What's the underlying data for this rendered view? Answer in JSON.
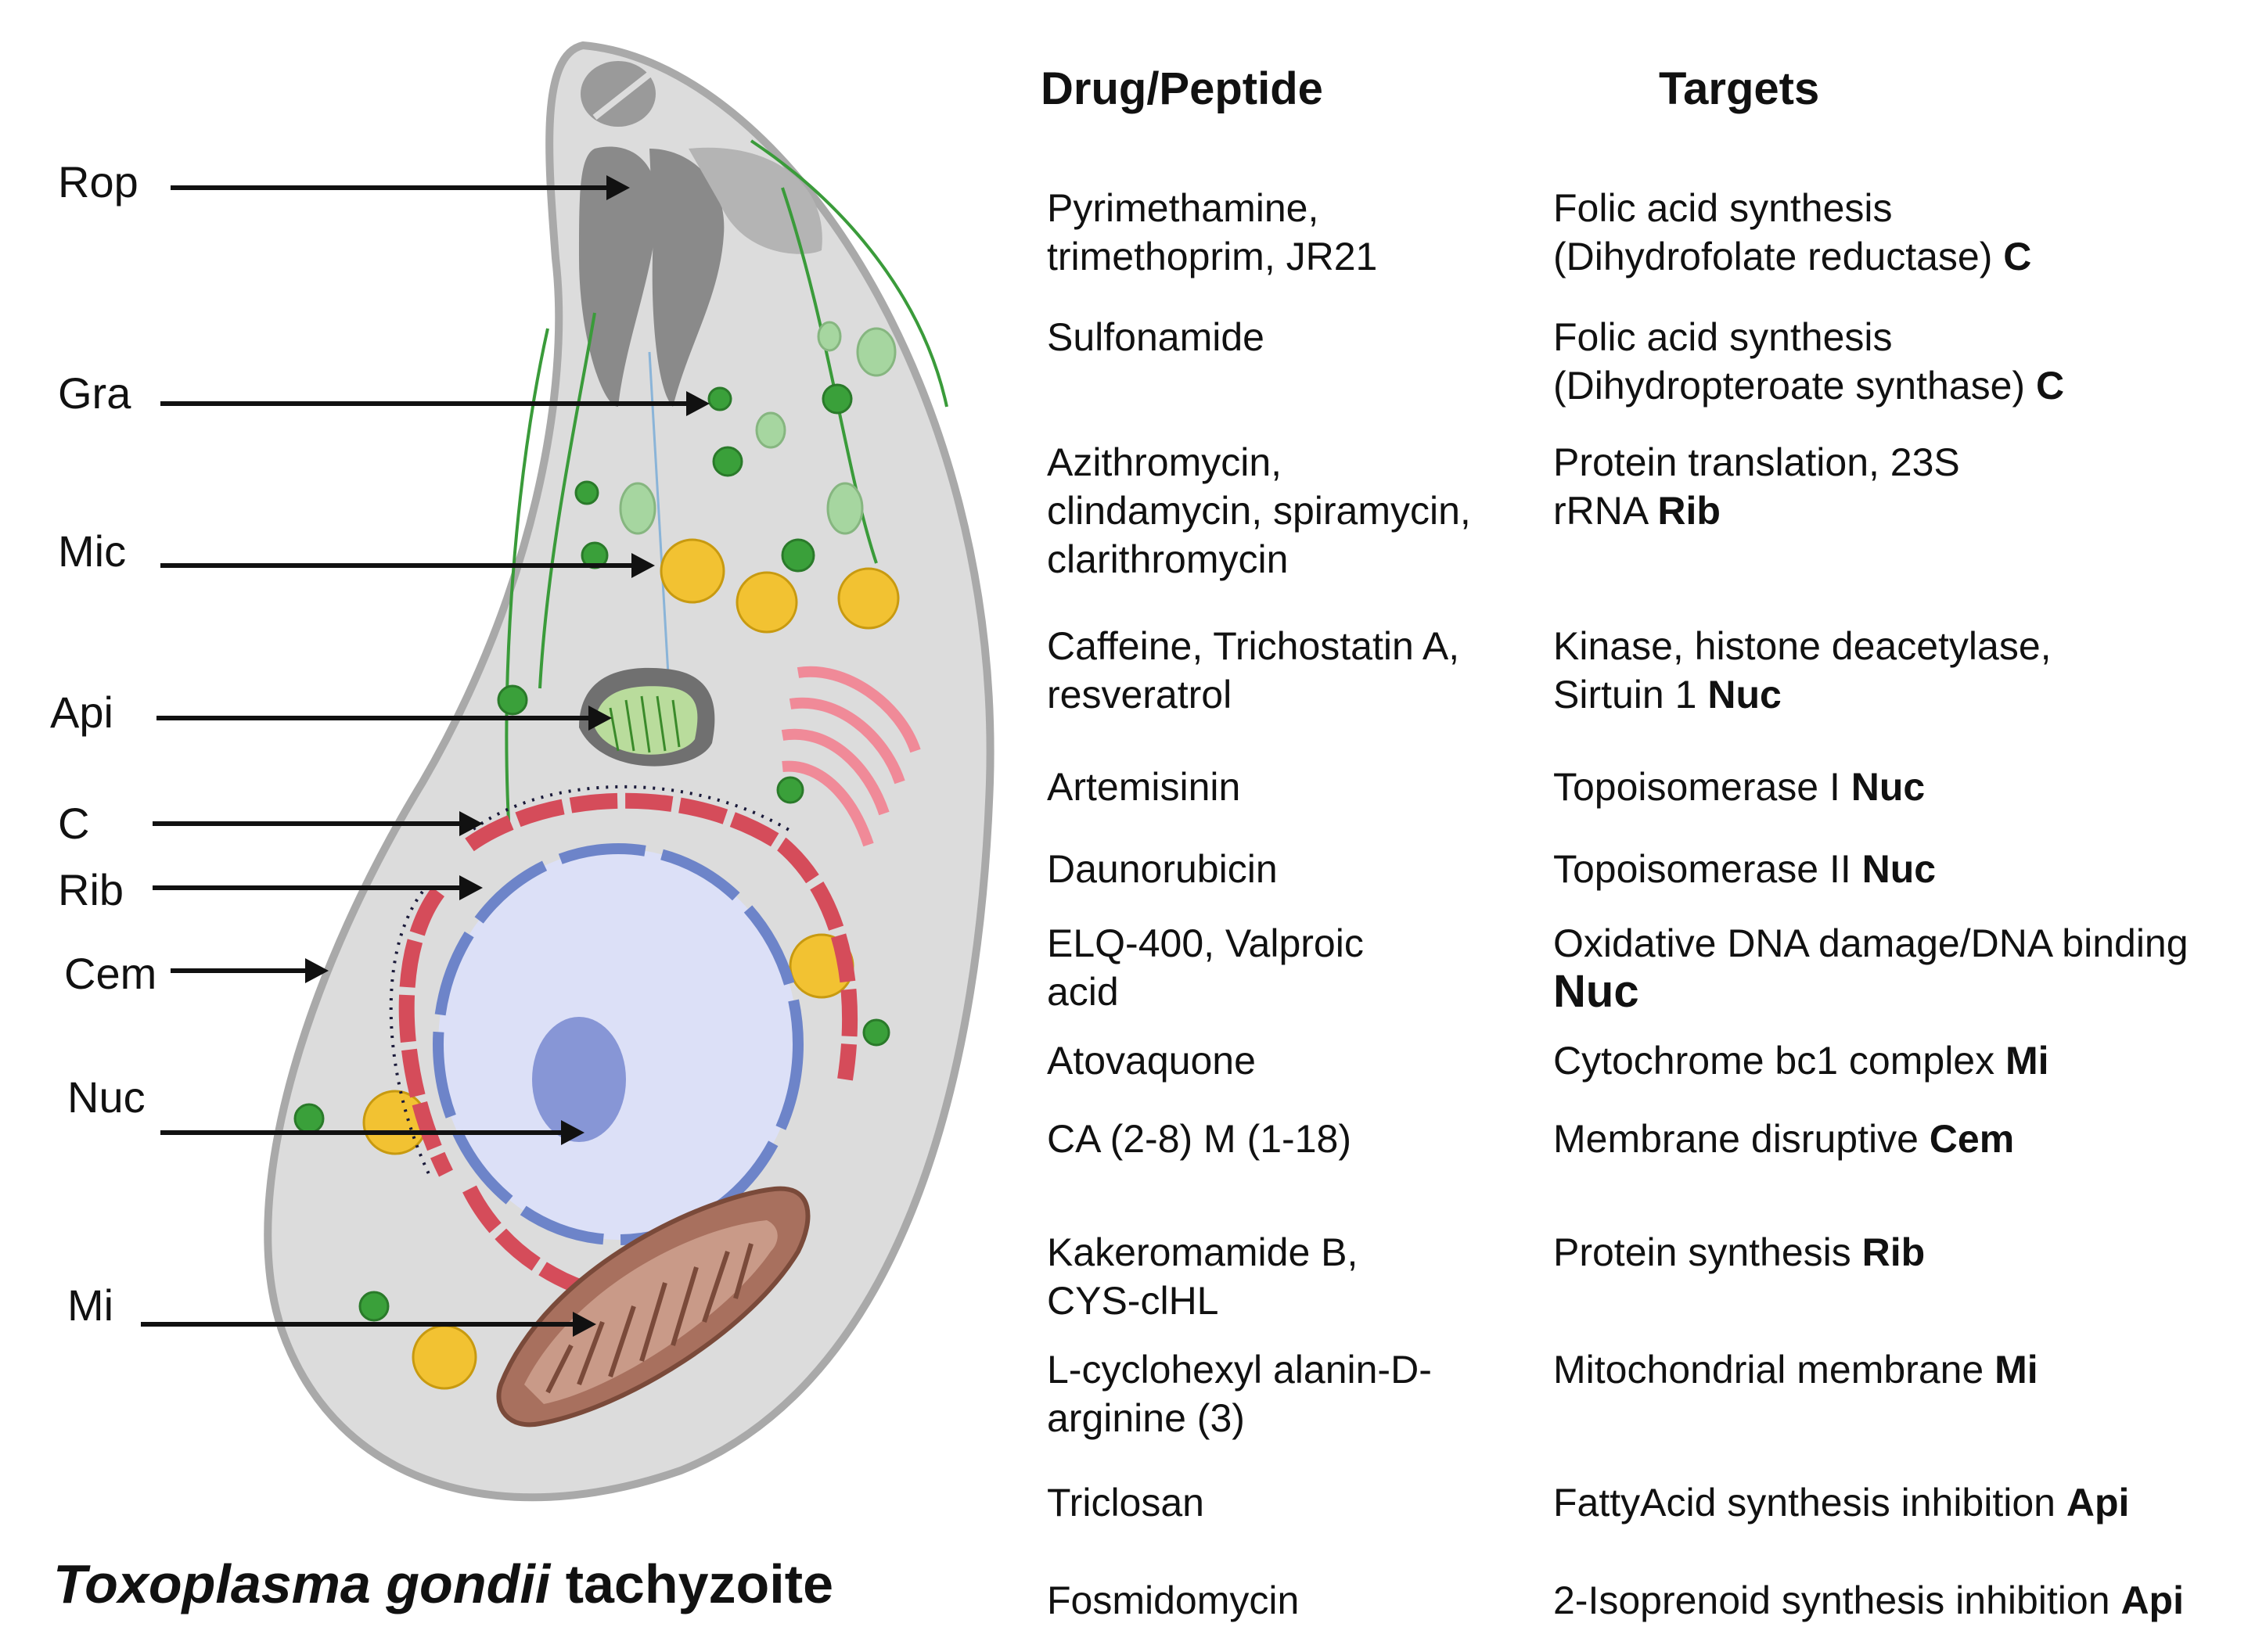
{
  "figure": {
    "caption_species": "Toxoplasma gondii",
    "caption_stage": "tachyzoite",
    "organelles": [
      {
        "key": "rop",
        "label": "Rop"
      },
      {
        "key": "gra",
        "label": "Gra"
      },
      {
        "key": "mic",
        "label": "Mic"
      },
      {
        "key": "api",
        "label": "Api"
      },
      {
        "key": "c",
        "label": "C"
      },
      {
        "key": "rib",
        "label": "Rib"
      },
      {
        "key": "cem",
        "label": "Cem"
      },
      {
        "key": "nuc",
        "label": "Nuc"
      },
      {
        "key": "mi",
        "label": "Mi"
      }
    ]
  },
  "table": {
    "header_drug": "Drug/Peptide",
    "header_targets": "Targets",
    "rows": [
      {
        "drug": [
          "Pyrimethamine,",
          "trimethoprim, JR21"
        ],
        "target": [
          "Folic acid synthesis",
          "(Dihydrofolate reductase)"
        ],
        "site": "C"
      },
      {
        "drug": [
          "Sulfonamide"
        ],
        "target": [
          "Folic acid synthesis",
          "(Dihydropteroate synthase)"
        ],
        "site": "C"
      },
      {
        "drug": [
          "Azithromycin,",
          "clindamycin, spiramycin,",
          "clarithromycin"
        ],
        "target": [
          "Protein translation, 23S",
          "rRNA"
        ],
        "site": "Rib"
      },
      {
        "drug": [
          "Caffeine, Trichostatin A,",
          "resveratrol"
        ],
        "target": [
          "Kinase, histone deacetylase,",
          "Sirtuin 1"
        ],
        "site": "Nuc"
      },
      {
        "drug": [
          "Artemisinin"
        ],
        "target": [
          "Topoisomerase I"
        ],
        "site": "Nuc"
      },
      {
        "drug": [
          "Daunorubicin"
        ],
        "target": [
          "Topoisomerase II"
        ],
        "site": "Nuc"
      },
      {
        "drug": [
          "ELQ-400, Valproic",
          "acid"
        ],
        "target": [
          "Oxidative DNA damage/DNA binding"
        ],
        "site": "Nuc"
      },
      {
        "drug": [
          "Atovaquone"
        ],
        "target": [
          "Cytochrome bc1 complex"
        ],
        "site": "Mi"
      },
      {
        "drug": [
          "CA (2-8) M (1-18)"
        ],
        "target": [
          "Membrane disruptive"
        ],
        "site": "Cem"
      },
      {
        "drug": [
          "Kakeromamide B,",
          "CYS-clHL"
        ],
        "target": [
          "Protein synthesis"
        ],
        "site": "Rib"
      },
      {
        "drug": [
          "L-cyclohexyl alanin-D-",
          "arginine (3)"
        ],
        "target": [
          "Mitochondrial membrane"
        ],
        "site": "Mi"
      },
      {
        "drug": [
          "Triclosan"
        ],
        "target": [
          "FattyAcid synthesis inhibition"
        ],
        "site": "Api"
      },
      {
        "drug": [
          "Fosmidomycin"
        ],
        "target": [
          "2-Isoprenoid synthesis inhibition"
        ],
        "site": "Api"
      }
    ]
  }
}
